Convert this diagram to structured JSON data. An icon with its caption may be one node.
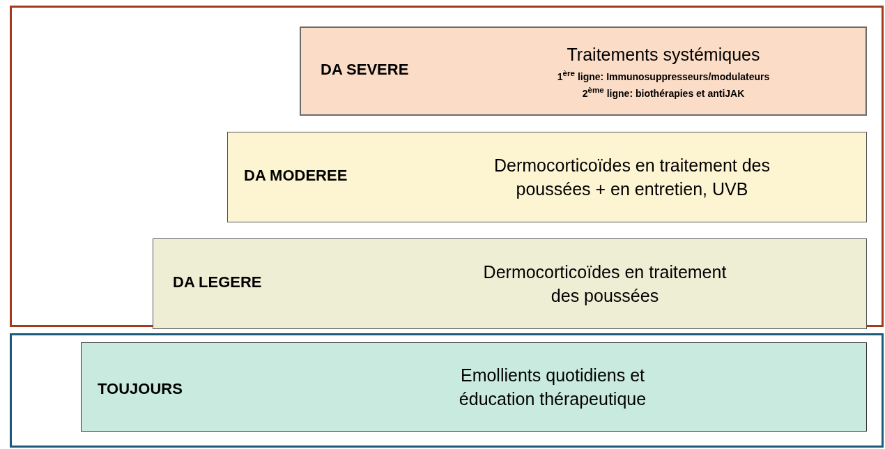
{
  "diagram": {
    "nodes": [
      {
        "text": [],
        "shape": "box"
      },
      {
        "text": [
          "DA SEVERE",
          "Traitements systémiques",
          "1$^{ère}$ ligne: Immunosuppresseurs/modulateurs",
          "2$^{ème}$ ligne: biothérapies et antiJAK"
        ],
        "in": 0
      },
      {
        "text": [
          "DA MODEREE",
          "Dermocorticoïdes en traitement des poussées + en entretien, UVB"
        ],
        "in": 0
      },
      {
        "text": [
          "DA LEGERE",
          "Dermocorticoïdes en traitement des poussées"
        ],
        "in": 0
      },
      {
        "text": [],
        "shape": "box"
      },
      {
        "text": [
          "TOUJOURS",
          "Emollients quotidiens et éducation thérapeutique"
        ],
        "in": 4
      }
    ]
  }
}
